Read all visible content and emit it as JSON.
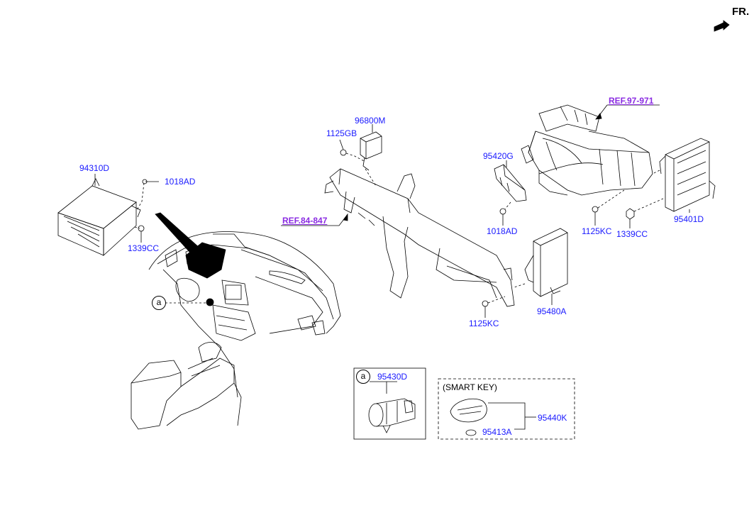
{
  "orientation_label": "FR.",
  "callout_marker": "a",
  "parts": {
    "p94310D": "94310D",
    "p1018AD_left": "1018AD",
    "p1339CC_left": "1339CC",
    "p96800M": "96800M",
    "p1125GB": "1125GB",
    "p95420G": "95420G",
    "p1018AD_mid": "1018AD",
    "p1125KC_right": "1125KC",
    "p1339CC_right": "1339CC",
    "p95401D": "95401D",
    "p95480A": "95480A",
    "p1125KC_low": "1125KC",
    "p95430D": "95430D",
    "p95440K": "95440K",
    "p95413A": "95413A"
  },
  "references": {
    "ref_84_847": "REF.84-847",
    "ref_97_971": "REF.97-971"
  },
  "smart_key_box": {
    "title": "(SMART KEY)"
  },
  "detail_box": {
    "marker": "a"
  },
  "colors": {
    "part_label": "#1a1aff",
    "reference_label": "#8a2be2",
    "line": "#000000"
  }
}
